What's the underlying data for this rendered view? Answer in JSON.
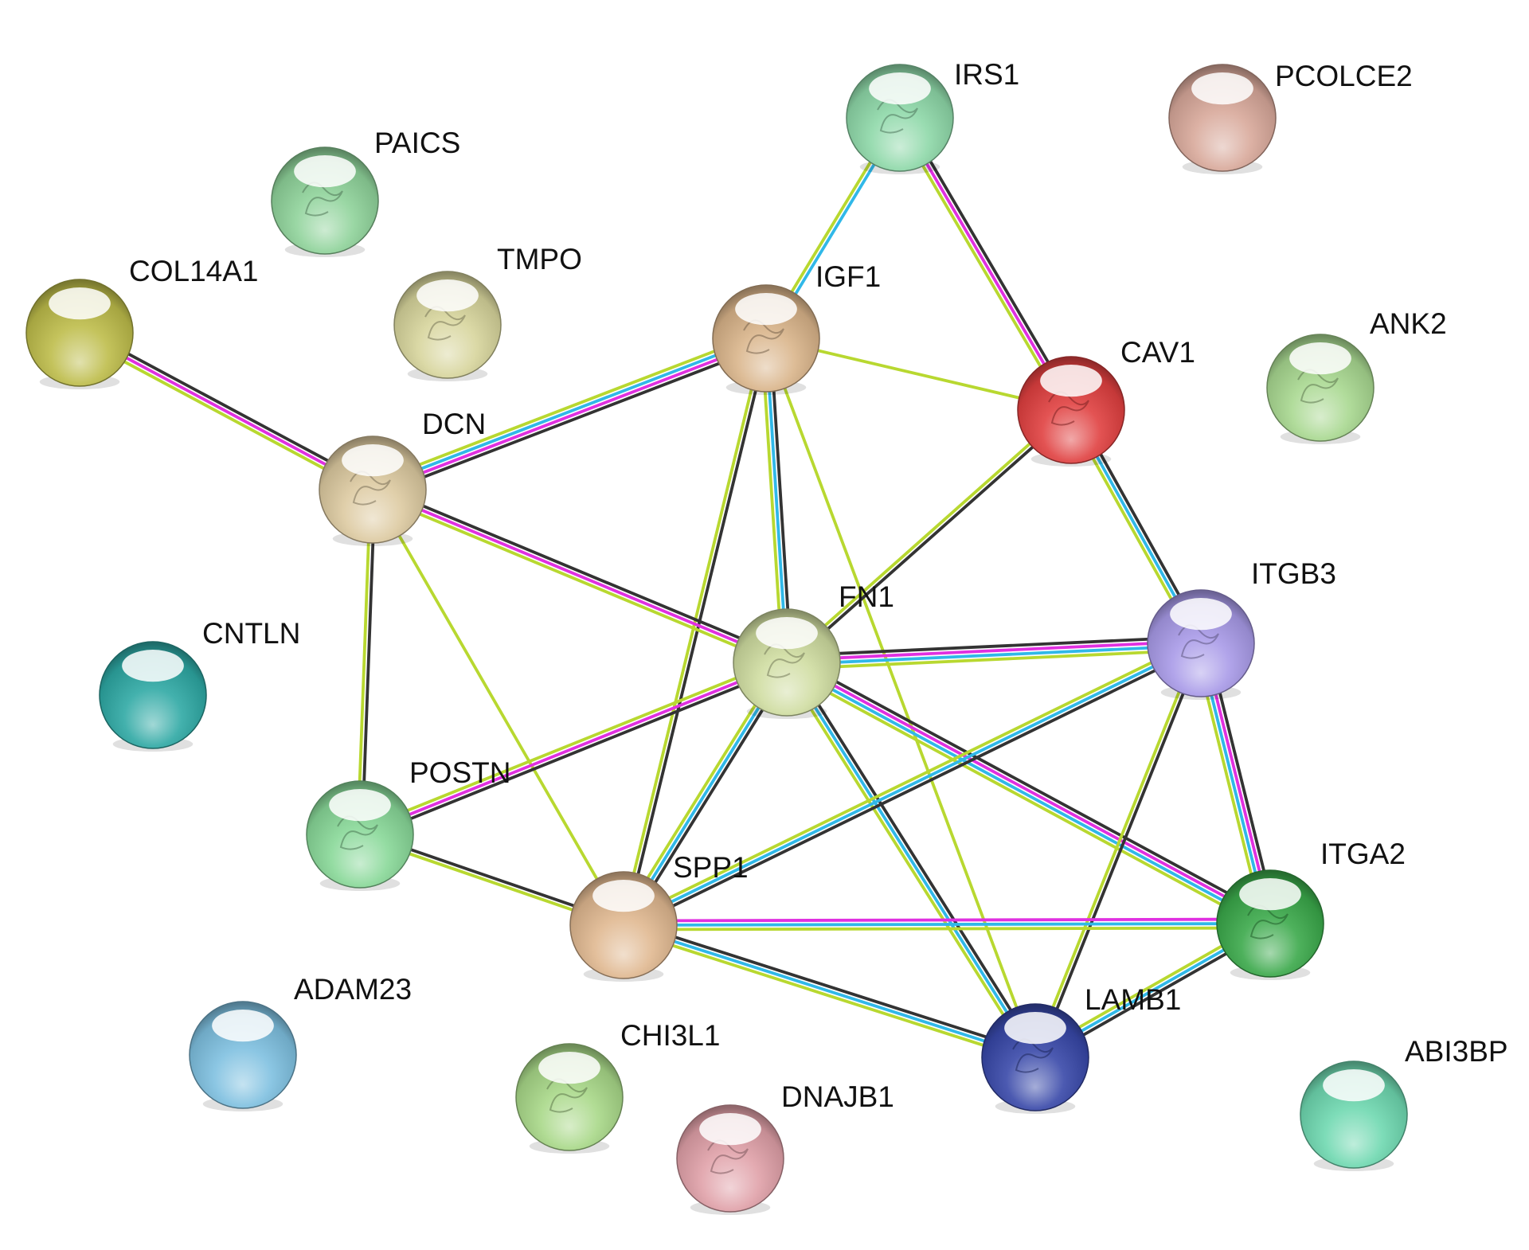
{
  "network": {
    "nodes": [
      {
        "id": "IRS1",
        "label": "IRS1",
        "color": "#8ed8a8",
        "structure": true
      },
      {
        "id": "PCOLCE2",
        "label": "PCOLCE2",
        "color": "#d8a89a",
        "structure": false
      },
      {
        "id": "PAICS",
        "label": "PAICS",
        "color": "#8fd39a",
        "structure": true
      },
      {
        "id": "COL14A1",
        "label": "COL14A1",
        "color": "#bdbc4a",
        "structure": false
      },
      {
        "id": "TMPO",
        "label": "TMPO",
        "color": "#d7d59c",
        "structure": true
      },
      {
        "id": "IGF1",
        "label": "IGF1",
        "color": "#d9b48a",
        "structure": true
      },
      {
        "id": "CAV1",
        "label": "CAV1",
        "color": "#e04040",
        "structure": true
      },
      {
        "id": "ANK2",
        "label": "ANK2",
        "color": "#a8d890",
        "structure": true
      },
      {
        "id": "DCN",
        "label": "DCN",
        "color": "#ddcaa0",
        "structure": true
      },
      {
        "id": "FN1",
        "label": "FN1",
        "color": "#cfdca0",
        "structure": true
      },
      {
        "id": "ITGB3",
        "label": "ITGB3",
        "color": "#a89ae8",
        "structure": true
      },
      {
        "id": "CNTLN",
        "label": "CNTLN",
        "color": "#2ea8a4",
        "structure": false
      },
      {
        "id": "POSTN",
        "label": "POSTN",
        "color": "#88d898",
        "structure": true
      },
      {
        "id": "SPP1",
        "label": "SPP1",
        "color": "#e0b890",
        "structure": false
      },
      {
        "id": "ITGA2",
        "label": "ITGA2",
        "color": "#3aa84a",
        "structure": true
      },
      {
        "id": "ADAM23",
        "label": "ADAM23",
        "color": "#7ec0e0",
        "structure": false
      },
      {
        "id": "CHI3L1",
        "label": "CHI3L1",
        "color": "#a8d888",
        "structure": true
      },
      {
        "id": "LAMB1",
        "label": "LAMB1",
        "color": "#3848a8",
        "structure": true
      },
      {
        "id": "DNAJB1",
        "label": "DNAJB1",
        "color": "#e0a0a8",
        "structure": true
      },
      {
        "id": "ABI3BP",
        "label": "ABI3BP",
        "color": "#6ed8b0",
        "structure": false
      }
    ],
    "edges": [
      {
        "source": "IRS1",
        "target": "IGF1",
        "evidence": [
          "cyan",
          "yellow"
        ]
      },
      {
        "source": "IRS1",
        "target": "CAV1",
        "evidence": [
          "black",
          "magenta",
          "yellow"
        ]
      },
      {
        "source": "COL14A1",
        "target": "DCN",
        "evidence": [
          "black",
          "magenta",
          "yellow"
        ]
      },
      {
        "source": "IGF1",
        "target": "DCN",
        "evidence": [
          "black",
          "magenta",
          "cyan",
          "yellow"
        ]
      },
      {
        "source": "IGF1",
        "target": "CAV1",
        "evidence": [
          "yellow"
        ]
      },
      {
        "source": "IGF1",
        "target": "FN1",
        "evidence": [
          "black",
          "cyan",
          "yellow"
        ]
      },
      {
        "source": "IGF1",
        "target": "SPP1",
        "evidence": [
          "black",
          "yellow"
        ]
      },
      {
        "source": "IGF1",
        "target": "LAMB1",
        "evidence": [
          "yellow"
        ]
      },
      {
        "source": "CAV1",
        "target": "FN1",
        "evidence": [
          "black",
          "yellow"
        ]
      },
      {
        "source": "CAV1",
        "target": "ITGB3",
        "evidence": [
          "black",
          "cyan",
          "yellow"
        ]
      },
      {
        "source": "DCN",
        "target": "FN1",
        "evidence": [
          "black",
          "magenta",
          "yellow"
        ]
      },
      {
        "source": "DCN",
        "target": "POSTN",
        "evidence": [
          "black",
          "yellow"
        ]
      },
      {
        "source": "DCN",
        "target": "SPP1",
        "evidence": [
          "yellow"
        ]
      },
      {
        "source": "FN1",
        "target": "ITGB3",
        "evidence": [
          "black",
          "magenta",
          "cyan",
          "yellow"
        ]
      },
      {
        "source": "FN1",
        "target": "POSTN",
        "evidence": [
          "black",
          "magenta",
          "yellow"
        ]
      },
      {
        "source": "FN1",
        "target": "SPP1",
        "evidence": [
          "black",
          "cyan",
          "yellow"
        ]
      },
      {
        "source": "FN1",
        "target": "ITGA2",
        "evidence": [
          "black",
          "magenta",
          "cyan",
          "yellow"
        ]
      },
      {
        "source": "FN1",
        "target": "LAMB1",
        "evidence": [
          "black",
          "cyan",
          "yellow"
        ]
      },
      {
        "source": "ITGB3",
        "target": "SPP1",
        "evidence": [
          "black",
          "cyan",
          "yellow"
        ]
      },
      {
        "source": "ITGB3",
        "target": "ITGA2",
        "evidence": [
          "black",
          "magenta",
          "cyan",
          "yellow"
        ]
      },
      {
        "source": "ITGB3",
        "target": "LAMB1",
        "evidence": [
          "black",
          "yellow"
        ]
      },
      {
        "source": "POSTN",
        "target": "SPP1",
        "evidence": [
          "black",
          "yellow"
        ]
      },
      {
        "source": "SPP1",
        "target": "ITGA2",
        "evidence": [
          "magenta",
          "cyan",
          "yellow"
        ]
      },
      {
        "source": "SPP1",
        "target": "LAMB1",
        "evidence": [
          "black",
          "cyan",
          "yellow"
        ]
      },
      {
        "source": "ITGA2",
        "target": "LAMB1",
        "evidence": [
          "black",
          "cyan",
          "yellow"
        ]
      }
    ],
    "evidence_colors": {
      "black": "#333333",
      "magenta": "#e030e0",
      "cyan": "#30b8e8",
      "yellow": "#b8d830"
    }
  }
}
